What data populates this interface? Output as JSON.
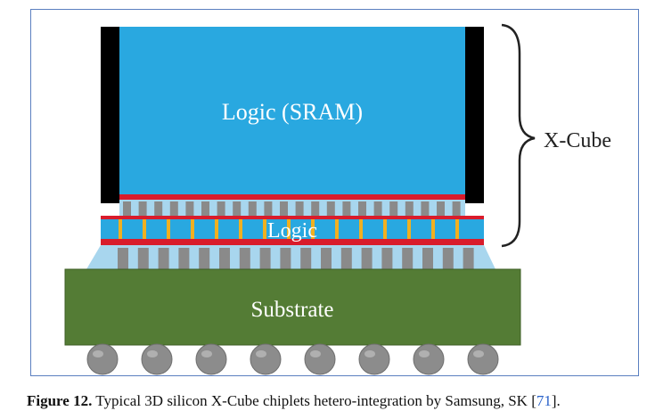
{
  "diagram": {
    "top_die_label": "Logic (SRAM)",
    "middle_die_label": "Logic",
    "substrate_label": "Substrate",
    "bracket_label": "X-Cube"
  },
  "colors": {
    "logic_blue": "#29a8e0",
    "through_silicon_black": "#000000",
    "redistribution_red": "#d91c2b",
    "micro_bump_gray": "#8a8a8a",
    "interconnect_gold": "#f0b020",
    "underfill_light_blue": "#a8d6ee",
    "substrate_green": "#547c35",
    "solder_ball_gray": "#8c8c8c",
    "frame_blue": "#5b7fc0"
  },
  "caption": {
    "figure_label": "Figure 12.",
    "text": " Typical 3D silicon X-Cube chiplets hetero-integration by Samsung, SK [",
    "reference": "71",
    "text_end": "]."
  }
}
